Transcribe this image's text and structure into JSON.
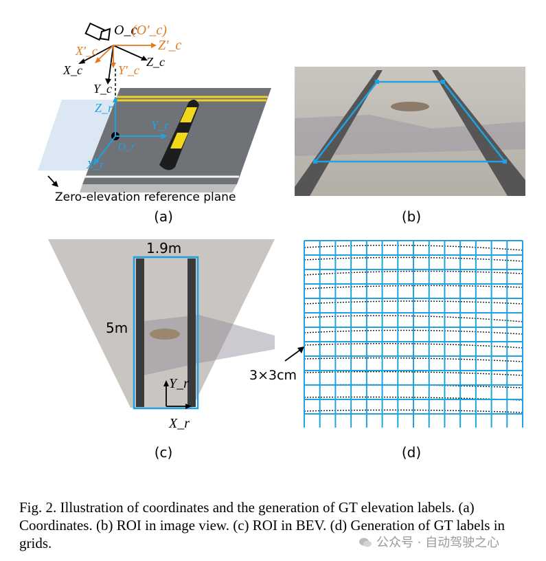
{
  "panels": {
    "a": {
      "label": "(a)",
      "camera_origin": "O_c",
      "camera_origin_prime": "(O'_c)",
      "axes_black": [
        "X_c",
        "Y_c",
        "Z_c"
      ],
      "axes_orange": [
        "X'_c",
        "Y'_c",
        "Z'_c"
      ],
      "axes_blue": [
        "Z_r",
        "Y_r",
        "X_r"
      ],
      "road_origin": "O_r",
      "plane_label": "Zero-elevation reference plane"
    },
    "b": {
      "label": "(b)"
    },
    "c": {
      "label": "(c)",
      "width_label": "1.9m",
      "length_label": "5m",
      "axis_y": "Y_r",
      "axis_x": "X_r"
    },
    "d": {
      "label": "(d)",
      "grid_label": "3×3cm"
    }
  },
  "caption": {
    "prefix": "Fig. 2.",
    "text": "Illustration of coordinates and the generation of GT elevation labels. (a) Coordinates. (b) ROI in image view. (c) ROI in BEV. (d) Generation of GT labels in grids."
  },
  "watermark": "公众号 · 自动驾驶之心",
  "colors": {
    "accent_blue": "#1fa3e0",
    "accent_orange": "#e07a1f",
    "bump_yellow": "#f2d81a"
  }
}
